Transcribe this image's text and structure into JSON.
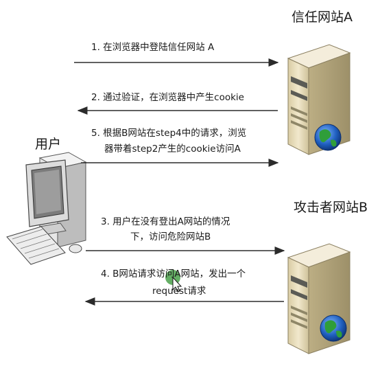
{
  "actors": {
    "trusted_site": "信任网站A",
    "attacker_site": "攻击者网站B",
    "user": "用户"
  },
  "steps": {
    "s1": "1. 在浏览器中登陆信任网站 A",
    "s2": "2. 通过验证，在浏览器中产生cookie",
    "s5_line1": "5. 根据B网站在step4中的请求，浏览",
    "s5_line2": "器带着step2产生的cookie访问A",
    "s3_line1": "3. 用户在没有登出A网站的情况",
    "s3_line2": "下，访问危险网站B",
    "s4_line1": "4. B网站请求访问A网站，发出一个",
    "s4_line2": "request请求"
  },
  "colors": {
    "arrow": "#2b2b2b",
    "server_body": "#e9dfc0",
    "server_dark": "#5b5b55",
    "globe_blue": "#1f5fbf",
    "globe_green": "#2f9e3a",
    "cursor_dot": "#4aa04a"
  },
  "icons": [
    "server-icon",
    "globe-icon",
    "computer-icon",
    "mouse-cursor-icon"
  ]
}
